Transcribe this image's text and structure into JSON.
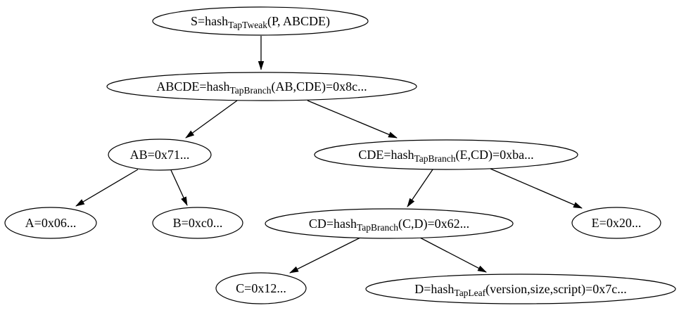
{
  "diagram": {
    "description": "Taproot Merkle tree of script hashes",
    "background_color": "#ffffff",
    "stroke_color": "#000000",
    "text_color": "#000000",
    "nodes": {
      "S": {
        "prefix": "S=hash",
        "sub": "TapTweak",
        "suffix": "(P, ABCDE)"
      },
      "ABCDE": {
        "prefix": "ABCDE=hash",
        "sub": "TapBranch",
        "suffix": "(AB,CDE)=0x8c..."
      },
      "AB": {
        "prefix": "AB=0x71...",
        "sub": "",
        "suffix": ""
      },
      "CDE": {
        "prefix": "CDE=hash",
        "sub": "TapBranch",
        "suffix": "(E,CD)=0xba..."
      },
      "A": {
        "prefix": "A=0x06...",
        "sub": "",
        "suffix": ""
      },
      "B": {
        "prefix": "B=0xc0...",
        "sub": "",
        "suffix": ""
      },
      "CD": {
        "prefix": "CD=hash",
        "sub": "TapBranch",
        "suffix": "(C,D)=0x62..."
      },
      "E": {
        "prefix": "E=0x20...",
        "sub": "",
        "suffix": ""
      },
      "C": {
        "prefix": "C=0x12...",
        "sub": "",
        "suffix": ""
      },
      "D": {
        "prefix": "D=hash",
        "sub": "TapLeaf",
        "suffix": "(version,size,script)=0x7c..."
      }
    },
    "edges": [
      {
        "from": "S",
        "to": "ABCDE"
      },
      {
        "from": "ABCDE",
        "to": "AB"
      },
      {
        "from": "ABCDE",
        "to": "CDE"
      },
      {
        "from": "AB",
        "to": "A"
      },
      {
        "from": "AB",
        "to": "B"
      },
      {
        "from": "CDE",
        "to": "CD"
      },
      {
        "from": "CDE",
        "to": "E"
      },
      {
        "from": "CD",
        "to": "C"
      },
      {
        "from": "CD",
        "to": "D"
      }
    ]
  }
}
